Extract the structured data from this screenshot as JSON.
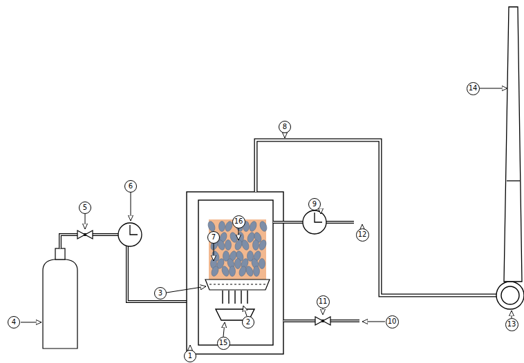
{
  "diagram": {
    "labels": [
      "14",
      "8",
      "5",
      "6",
      "9",
      "16",
      "7",
      "12",
      "3",
      "11",
      "10",
      "4",
      "2",
      "13",
      "15",
      "1"
    ]
  }
}
